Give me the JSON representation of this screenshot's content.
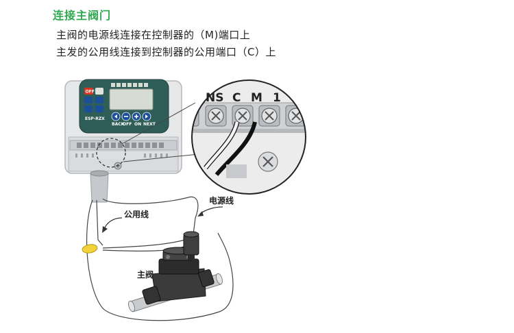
{
  "heading": "连接主阀门",
  "instructions": [
    "主阀的电源线连接在控制器的（M)端口上",
    "主发的公用线连接到控制器的公用端口（C）上"
  ],
  "labels": {
    "power_wire": "电源线",
    "common_wire": "公用线",
    "master_valve": "主阀"
  },
  "terminals": [
    "NS",
    "C",
    "M",
    "1"
  ],
  "controller": {
    "off_button": "OFF",
    "model": "ESP-RZX",
    "button_captions": [
      "BACK",
      "OFF",
      "ON",
      "NEXT"
    ]
  },
  "colors": {
    "accent": "#2fa84f",
    "controller_panel": "#2f5d57",
    "off_button": "#d9361e",
    "button_blue": "#1c4f9a",
    "wire_nut": "#f2d23a"
  }
}
